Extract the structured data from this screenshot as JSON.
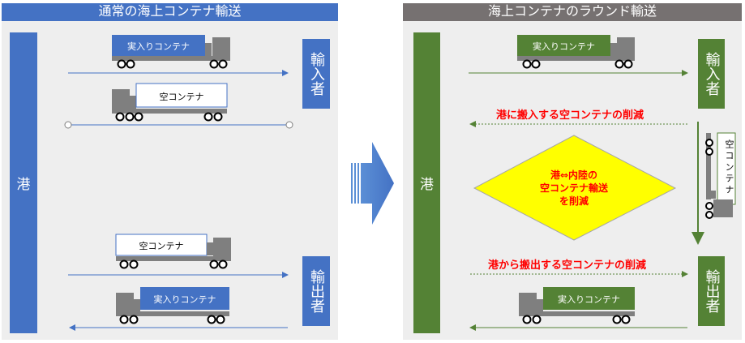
{
  "left_panel": {
    "title": "通常の海上コンテナ輸送",
    "port": "港",
    "importer": "輸入者",
    "exporter": "輸出者",
    "top_truck_label": "実入りコンテナ",
    "empty_truck_label": "空コンテナ",
    "export_empty_label": "空コンテナ",
    "export_full_label": "実入りコンテナ"
  },
  "right_panel": {
    "title": "海上コンテナのラウンド輸送",
    "port": "港",
    "importer": "輸入者",
    "exporter": "輸出者",
    "top_truck_label": "実入りコンテナ",
    "bottom_truck_label": "実入りコンテナ",
    "vertical_container_label": "空コンテナ",
    "reduction_in": "港に搬入する空コンテナの削減",
    "reduction_out": "港から搬出する空コンテナの削減",
    "diamond_line1": "港⇔内陸の",
    "diamond_line2": "空コンテナ輸送",
    "diamond_line3": "を削減"
  },
  "colors": {
    "left_header": "#4472c4",
    "left_blue": "#4472c4",
    "right_header": "#767171",
    "right_green": "#548235",
    "truck_grey": "#7f7f7f",
    "red_text": "#ff0000",
    "diamond_fill": "#ffff00"
  }
}
